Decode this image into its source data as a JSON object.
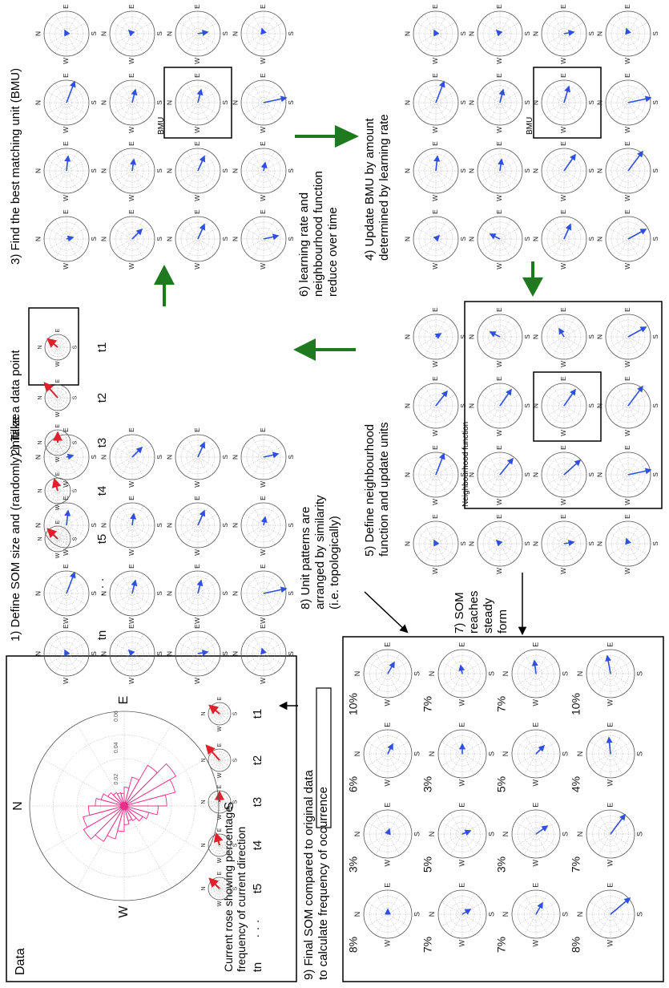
{
  "colors": {
    "unit_arrow": "#2f4fe0",
    "data_arrow": "#e0202a",
    "rose_fill": "#e8308a",
    "process_arrow": "#1f7a1f",
    "frame": "#000000",
    "rose_grid": "#9a9a9a"
  },
  "compass": {
    "north": "N",
    "east": "E",
    "south": "S",
    "west": "W"
  },
  "steps": {
    "step1": "1) Define SOM size and (randomly) initilize",
    "step2": "2) Take a data point",
    "step3": "3) Find the best matching unit (BMU)",
    "step4_line1": "4) Update BMU by amount",
    "step4_line2": "determined by learning rate",
    "step5_line1": "5) Define neighbourhood",
    "step5_line2": "function and update units",
    "step6_line1": "6) learning rate and",
    "step6_line2": "neighbourhood function",
    "step6_line3": "reduce over time",
    "step7_line1": "7) SOM",
    "step7_line2": "reaches",
    "step7_line3": "steady",
    "step7_line4": "form",
    "step8_line1": "8) Unit patterns are",
    "step8_line2": "arranged by similarity",
    "step8_line3": "(i.e. topologically)",
    "step9_line1": "9) Final SOM compared to original data",
    "step9_line2_prefix": "to calculate ",
    "step9_line2_boxed": "frequency of occurrence"
  },
  "labels": {
    "bmu": "BMU",
    "neighbourhood": "Neighbourhood function",
    "data_title": "Data",
    "rose_caption_line1": "Current rose showing percentage",
    "rose_caption_line2": "frequency of current direction",
    "rose_ticks": [
      "0.02",
      "0.04",
      "0.06"
    ]
  },
  "time_series": [
    "t1",
    "t2",
    "t3",
    "t4",
    "t5",
    "· · ·",
    "tn"
  ],
  "final_som_percentages": [
    [
      "10%",
      "6%",
      "3%",
      "8%"
    ],
    [
      "7%",
      "3%",
      "5%",
      "7%"
    ],
    [
      "7%",
      "5%",
      "3%",
      "7%"
    ],
    [
      "10%",
      "4%",
      "7%",
      "8%"
    ]
  ]
}
